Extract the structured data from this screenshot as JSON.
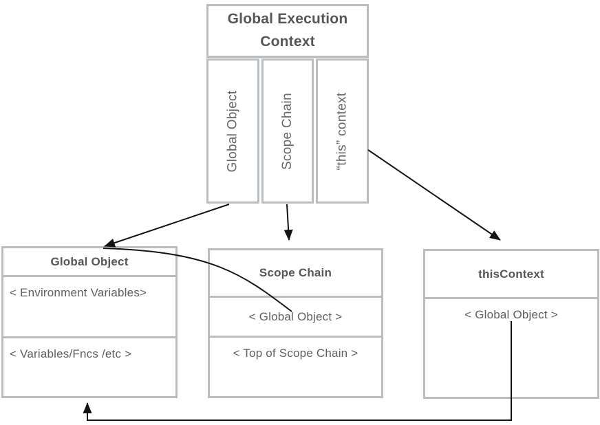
{
  "diagram": {
    "top_box": {
      "title": "Global Execution Context",
      "columns": [
        "Global Object",
        "Scope Chain",
        "“this” context"
      ]
    },
    "global_object_box": {
      "title": "Global Object",
      "rows": [
        "< Environment Variables>",
        "< Variables/Fncs /etc >"
      ]
    },
    "scope_chain_box": {
      "title": "Scope Chain",
      "rows": [
        "< Global Object >",
        "< Top of Scope Chain >"
      ]
    },
    "this_context_box": {
      "title": "thisContext",
      "rows": [
        "< Global Object >"
      ]
    },
    "relations": [
      {
        "from": "gec-column-global-object",
        "to": "global-object-box"
      },
      {
        "from": "gec-column-scope-chain",
        "to": "scope-chain-box"
      },
      {
        "from": "gec-column-this-context",
        "to": "this-context-box"
      },
      {
        "from": "scope-chain-row-global-object",
        "to": "global-object-box"
      },
      {
        "from": "this-context-row-global-object",
        "to": "global-object-box"
      }
    ],
    "colors": {
      "border": "#b9bdc0",
      "heading_text": "#53575a",
      "body_text": "#5c6063",
      "arrow": "#141414",
      "background": "#ffffff"
    }
  }
}
